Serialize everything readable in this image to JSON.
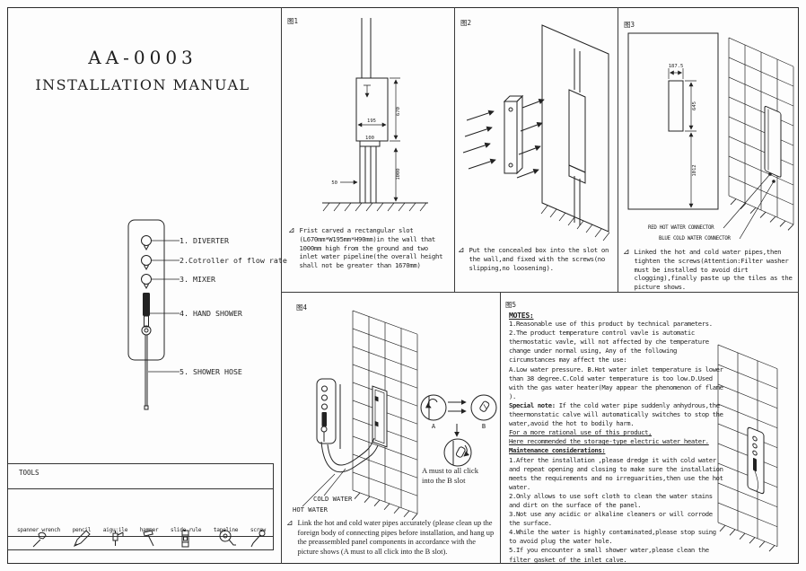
{
  "header": {
    "model": "AA-0003",
    "title": "INSTALLATION MANUAL"
  },
  "step_marker": "⊿",
  "parts_legend": {
    "items": [
      "1. DIVERTER",
      "2.Cotroller of flow rate",
      "3. MIXER",
      "4. HAND SHOWER",
      "5. SHOWER HOSE"
    ]
  },
  "tools": {
    "heading": "TOOLS",
    "items": [
      {
        "name": "spanner wrench",
        "icon": "spanner-wrench-icon"
      },
      {
        "name": "pencil",
        "icon": "pencil-icon"
      },
      {
        "name": "aigu:ile",
        "icon": "hand-drill-icon"
      },
      {
        "name": "hammer",
        "icon": "hammer-icon"
      },
      {
        "name": "slide rule",
        "icon": "slide-rule-icon"
      },
      {
        "name": "tapeline",
        "icon": "tapeline-icon"
      },
      {
        "name": "screw",
        "icon": "screwdriver-icon"
      }
    ]
  },
  "fig1": {
    "label": "图1",
    "dims": {
      "slot_width": "195",
      "slot_height": "670",
      "notch_width": "100",
      "pipe_height": "1000",
      "pipe_offset": "50"
    },
    "caption": "Frist carved a rectangular slot (L670mm*W195mm*H90mm)in the wall that 1000mm high from the ground and two inlet water pipeline(the overall height shall not be greater than 1670mm)"
  },
  "fig2": {
    "label": "图2",
    "caption": "Put the concealed box into the slot on the wall,and fixed with the screws(no slipping,no loosening)."
  },
  "fig3": {
    "label": "图3",
    "dims": {
      "slot_width": "187.5",
      "slot_height": "645",
      "base_height": "1012"
    },
    "callout_red": "RED HOT WATER CONNECTOR",
    "callout_blue": "BLUE COLD WATER CONNECTOR",
    "caption": "Linked the hot and cold water pipes,then tighten the screws(Attention:Filter washer must be installed to avoid dirt clogging),finally paste up the tiles as the picture shows."
  },
  "fig4": {
    "label": "图4",
    "cold_water": "COLD WATER",
    "hot_water": "HOT WATER",
    "detail_a": "A",
    "detail_b": "B",
    "detail_note_line1": "A must to all click",
    "detail_note_line2": "into the B slot",
    "caption": "Link the hot and cold water pipes accurately (please clean up the foreign body of connecting pipes before installation, and hang up the preassembled panel components in accordance with the picture shows (A must to all click into the B slot)."
  },
  "fig5": {
    "label": "图5",
    "notes": {
      "heading": "MOTES:",
      "n1": "1.Reasonable use of this product by technical parameters.",
      "n2": "2.The product temperature control vavle is automatic thermostatic vavle, will not affected by che temperature change under normal using, Any of the following  circumstances may affect the use:",
      "n3": "A.Low water pressure.  B.Hot water inlet temperature is lower than 38 degree.C.Cold water temperature is too low.D.Used with the gas water heater(May appear the phenomenon of flame ).",
      "special_label": "Special note:",
      "special_text": " If the cold water pipe suddenly anhydrous,the theermonstatic calve will automatically switches to stop the water,avoid the hot to bodily harm.",
      "u1": "For a more rational use of this product,",
      "u2": "Here recommended the storage-type electric water heater.",
      "u3": "Maintenance considerations:",
      "m1": "1.After the installation ,please dredge it with cold water and repeat opening and closing to make sure the installation meets the requirements and no irreguarities,then use the hot water.",
      "m2": "2.Only allows to use soft cloth to clean the water stains and dirt on the surface of the panel.",
      "m3": "3.Not use any acidic or alkaline cleaners or will corrode the surface.",
      "m4": "4.While the water is highly contaminated,please stop suing to avoid plug the water hole.",
      "m5": "5.If you encounter a small shower water,please clean the filter gasket of the inlet calve."
    }
  }
}
